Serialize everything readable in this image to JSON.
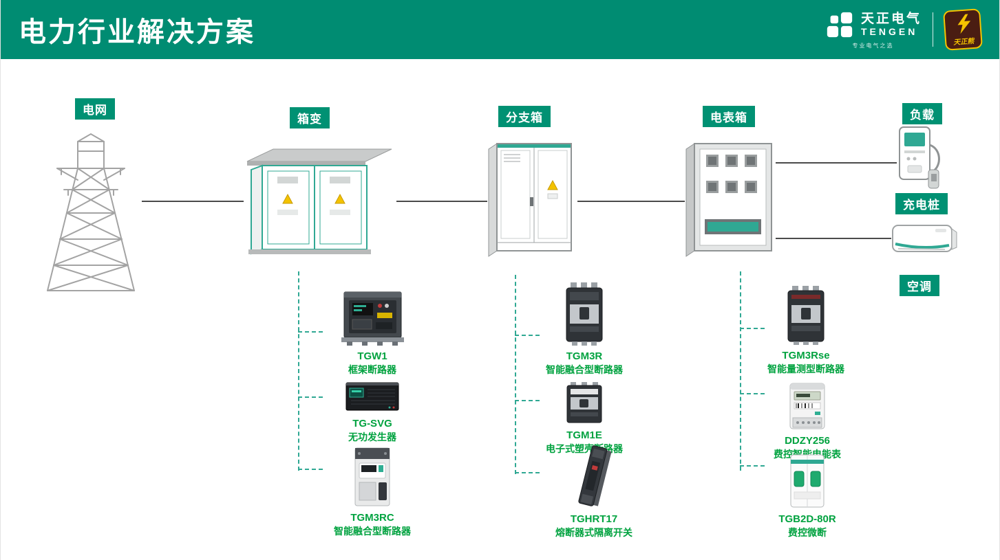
{
  "header": {
    "title": "电力行业解决方案",
    "brand_cn": "天正电气",
    "brand_en": "TENGEN",
    "slogan": "专业电气之选",
    "mascot": "天正熊"
  },
  "labels": {
    "grid": "电网",
    "substation": "箱变",
    "branch_box": "分支箱",
    "meter_box": "电表箱",
    "load": "负载",
    "charging_pile": "充电桩",
    "air_conditioner": "空调"
  },
  "products": {
    "substation": [
      {
        "model": "TGW1",
        "desc": "框架断路器"
      },
      {
        "model": "TG-SVG",
        "desc": "无功发生器"
      },
      {
        "model": "TGM3RC",
        "desc": "智能融合型断路器"
      }
    ],
    "branch_box": [
      {
        "model": "TGM3R",
        "desc": "智能融合型断路器"
      },
      {
        "model": "TGM1E",
        "desc": "电子式塑壳断路器"
      },
      {
        "model": "TGHRT17",
        "desc": "熔断器式隔离开关"
      }
    ],
    "meter_box": [
      {
        "model": "TGM3Rse",
        "desc": "智能量测型断路器"
      },
      {
        "model": "DDZY256",
        "desc": "费控智能电能表"
      },
      {
        "model": "TGB2D-80R",
        "desc": "费控微断"
      }
    ]
  },
  "colors": {
    "header_teal": "#008C72",
    "label_green": "#009173",
    "product_text_green": "#00A23F",
    "accent_teal": "#2fa893",
    "mascot_yellow": "#F5C400"
  }
}
